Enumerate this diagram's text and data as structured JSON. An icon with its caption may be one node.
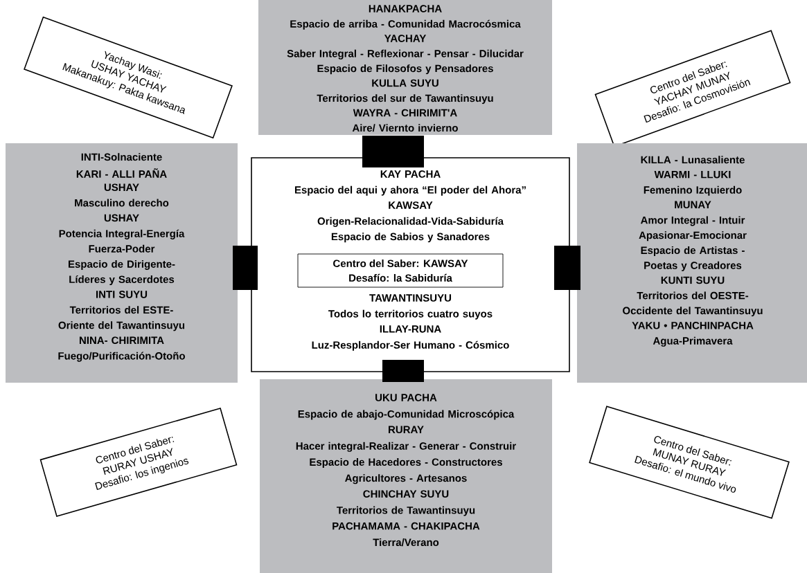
{
  "diagram": {
    "nodes": [
      {
        "text": [
          "Yachay Wasi:",
          "USHAY YACHAY",
          "Makanakuy: Pakta kawsana"
        ]
      },
      {
        "text": [
          "HANAKPACHA",
          "Espacio de arriba - Comunidad Macrocósmica",
          "YACHAY",
          "Saber Integral - Reflexionar - Pensar - Dilucidar",
          "Espacio de Filosofos y Pensadores",
          "KULLA SUYU",
          "Territorios del sur de Tawantinsuyu",
          "WAYRA - CHIRIMIT'A",
          "Aire/ Viernto invierno"
        ]
      },
      {
        "text": [
          "Centro del Saber:",
          "YACHAY MUNAY",
          "Desafio: la Cosmovisión"
        ]
      },
      {
        "text": [
          "INTI-Solnaciente",
          "KARI - ALLI PAÑA",
          "USHAY",
          "Masculino derecho",
          "USHAY",
          "Potencia Integral-Energía",
          "Fuerza-Poder",
          "Espacio de Dirigente-Líderes y Sacerdotes",
          "INTI SUYU",
          "Territorios del ESTE-Oriente del Tawantinsuyu",
          "NINA- CHIRIMITA",
          "Fuego/Purificación-Otoño"
        ]
      },
      {
        "text": [
          "KAY PACHA",
          "Espacio del aqui y ahora “El poder del Ahora”",
          "KAWSAY",
          "Origen-Relacionalidad-Vida-Sabiduría",
          "Espacio de Sabios y Sanadores",
          "TAWANTINSUYU",
          "Todos lo territorios cuatro suyos",
          "ILLAY-RUNA",
          "Luz-Resplandor-Ser Humano - Cósmico"
        ]
      },
      {
        "text": [
          "Centro del Saber: KAWSAY",
          "Desafío: la Sabiduría"
        ],
        "in": 4
      },
      {
        "text": [
          "KILLA - Lunasaliente",
          "WARMI - LLUKI",
          "Femenino Izquierdo",
          "MUNAY",
          "Amor Integral - Intuir",
          "Apasionar-Emocionar",
          "Espacio de Artistas - Poetas y Creadores",
          "KUNTI SUYU",
          "Territorios del OESTE- Occidente del Tawantinsuyu",
          "YAKU • PANCHINPACHA",
          "Agua-Primavera"
        ]
      },
      {
        "text": [
          "Centro del Saber:",
          "RURAY USHAY",
          "Desafio: los ingenios"
        ]
      },
      {
        "text": [
          "UKU PACHA",
          "Espacio de abajo-Comunidad Microscópica",
          "RURAY",
          "Hacer integral-Realizar - Generar -  Construir",
          "Espacio de Hacedores - Constructores",
          "Agricultores - Artesanos",
          "CHINCHAY SUYU",
          "Territorios de Tawantinsuyu",
          "PACHAMAMA - CHAKIPACHA",
          "Tierra/Verano"
        ]
      },
      {
        "text": [
          "Centro del Saber:",
          "MUNAY RURAY",
          "Desafio: el mundo vivo"
        ]
      },
      {
        "text": [],
        "shape": "bar"
      },
      {
        "text": [],
        "shape": "bar"
      },
      {
        "text": [],
        "shape": "bar"
      },
      {
        "text": [],
        "shape": "bar"
      }
    ]
  }
}
